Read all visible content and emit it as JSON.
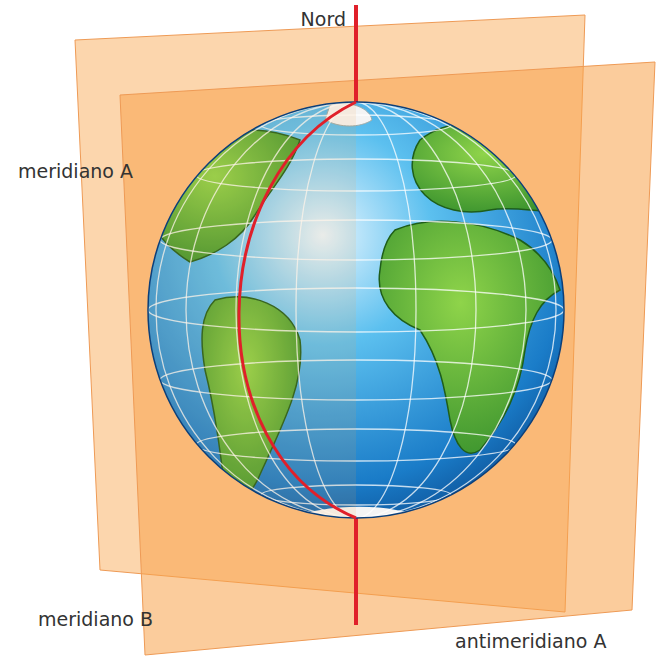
{
  "diagram": {
    "labels": [
      "Nord",
      "meridiano A",
      "meridiano B",
      "antimeridiano A"
    ]
  }
}
